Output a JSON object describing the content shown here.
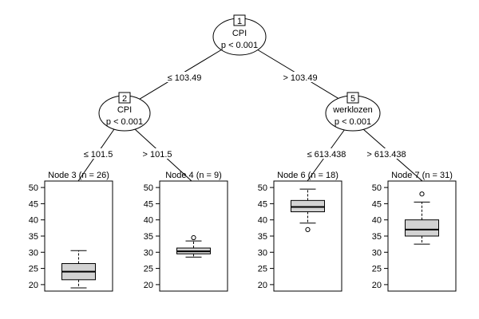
{
  "inner_nodes": [
    {
      "id": "1",
      "variable": "CPI",
      "pvalue": "p < 0.001"
    },
    {
      "id": "2",
      "variable": "CPI",
      "pvalue": "p < 0.001"
    },
    {
      "id": "5",
      "variable": "werklozen",
      "pvalue": "p < 0.001"
    }
  ],
  "edges": [
    {
      "from": "1",
      "to": "2",
      "label": "≤ 103.49"
    },
    {
      "from": "1",
      "to": "5",
      "label": "> 103.49"
    },
    {
      "from": "2",
      "to": "3",
      "label": "≤ 101.5"
    },
    {
      "from": "2",
      "to": "4",
      "label": "> 101.5"
    },
    {
      "from": "5",
      "to": "6",
      "label": "≤ 613.438"
    },
    {
      "from": "5",
      "to": "7",
      "label": "> 613.438"
    }
  ],
  "chart_data": {
    "type": "boxplot",
    "y_ticks": [
      20,
      25,
      30,
      35,
      40,
      45,
      50
    ],
    "ylim": [
      18,
      52
    ],
    "panels": [
      {
        "title": "Node 3 (n = 26)",
        "whisker_low": 19,
        "q1": 21.5,
        "median": 24,
        "q3": 26.5,
        "whisker_high": 30.5,
        "outliers": []
      },
      {
        "title": "Node 4 (n = 9)",
        "whisker_low": 28.5,
        "q1": 29.5,
        "median": 30.3,
        "q3": 31.3,
        "whisker_high": 33.5,
        "outliers": [
          34.5
        ]
      },
      {
        "title": "Node 6 (n = 18)",
        "whisker_low": 39,
        "q1": 42.5,
        "median": 44,
        "q3": 46,
        "whisker_high": 49.5,
        "outliers": [
          37
        ]
      },
      {
        "title": "Node 7 (n = 31)",
        "whisker_low": 32.5,
        "q1": 35,
        "median": 37,
        "q3": 40,
        "whisker_high": 45.5,
        "outliers": [
          48
        ]
      }
    ]
  }
}
